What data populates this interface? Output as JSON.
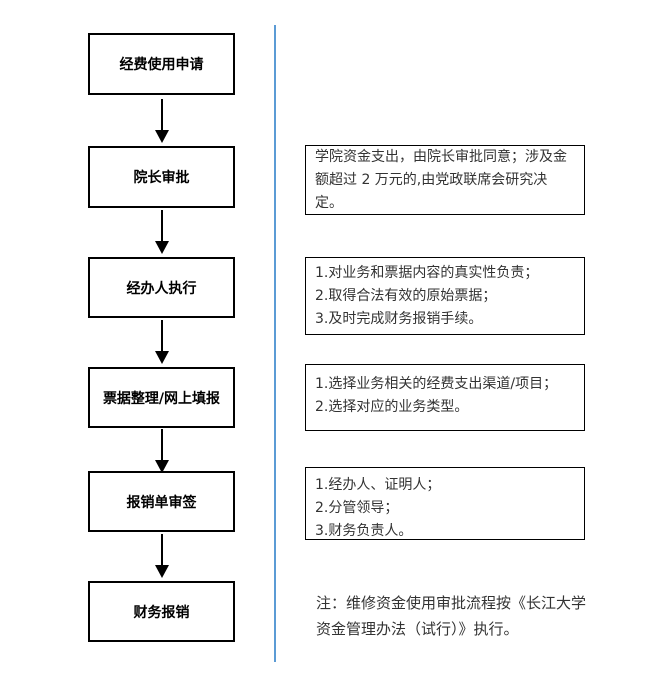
{
  "flow": {
    "nodes": [
      {
        "label": "经费使用申请"
      },
      {
        "label": "院长审批"
      },
      {
        "label": "经办人执行"
      },
      {
        "label": "票据整理/网上填报"
      },
      {
        "label": "报销单审签"
      },
      {
        "label": "财务报销"
      }
    ]
  },
  "annotations": [
    {
      "for": "院长审批",
      "lines": [
        "学院资金支出，由院长审批同意；涉及金额超过 2 万元的,由党政联席会研究决定。"
      ]
    },
    {
      "for": "经办人执行",
      "lines": [
        "1.对业务和票据内容的真实性负责；",
        "2.取得合法有效的原始票据；",
        "3.及时完成财务报销手续。"
      ]
    },
    {
      "for": "票据整理/网上填报",
      "lines": [
        "1.选择业务相关的经费支出渠道/项目；",
        "2.选择对应的业务类型。"
      ]
    },
    {
      "for": "报销单审签",
      "lines": [
        "1.经办人、证明人；",
        "2.分管领导；",
        "3.财务负责人。"
      ]
    }
  ],
  "note": "注：维修资金使用审批流程按《长江大学资金管理办法（试行）》执行。",
  "colors": {
    "divider": "#5B9BD5",
    "box_border": "#000000",
    "text": "#333333"
  }
}
